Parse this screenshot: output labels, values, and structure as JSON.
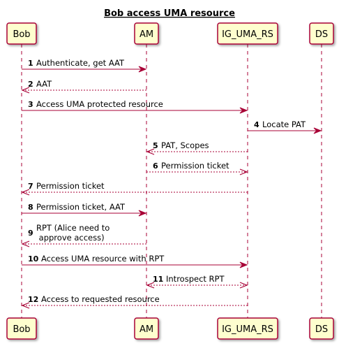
{
  "title": "Bob access UMA resource",
  "participants": [
    {
      "id": "bob",
      "label": "Bob"
    },
    {
      "id": "am",
      "label": "AM"
    },
    {
      "id": "ig",
      "label": "IG_UMA_RS"
    },
    {
      "id": "ds",
      "label": "DS"
    }
  ],
  "messages": [
    {
      "num": "1",
      "lines": [
        "Authenticate, get AAT"
      ],
      "from": "bob",
      "to": "am",
      "style": "solid"
    },
    {
      "num": "2",
      "lines": [
        "AAT"
      ],
      "from": "am",
      "to": "bob",
      "style": "dashed"
    },
    {
      "num": "3",
      "lines": [
        "Access UMA protected resource"
      ],
      "from": "bob",
      "to": "ig",
      "style": "solid"
    },
    {
      "num": "4",
      "lines": [
        "Locate PAT"
      ],
      "from": "ig",
      "to": "ds",
      "style": "solid"
    },
    {
      "num": "5",
      "lines": [
        "PAT, Scopes"
      ],
      "from": "ig",
      "to": "am",
      "style": "dashed"
    },
    {
      "num": "6",
      "lines": [
        "Permission ticket"
      ],
      "from": "am",
      "to": "ig",
      "style": "dashed"
    },
    {
      "num": "7",
      "lines": [
        "Permission ticket"
      ],
      "from": "ig",
      "to": "bob",
      "style": "dashed"
    },
    {
      "num": "8",
      "lines": [
        "Permission ticket, AAT"
      ],
      "from": "bob",
      "to": "am",
      "style": "solid"
    },
    {
      "num": "9",
      "lines": [
        "RPT (Alice need to",
        " approve access)"
      ],
      "from": "am",
      "to": "bob",
      "style": "dashed"
    },
    {
      "num": "10",
      "lines": [
        "Access UMA resource with RPT"
      ],
      "from": "bob",
      "to": "ig",
      "style": "solid"
    },
    {
      "num": "11",
      "lines": [
        "Introspect RPT"
      ],
      "from": "am",
      "to": "ig",
      "style": "dashed",
      "bidirectional": true
    },
    {
      "num": "12",
      "lines": [
        "Access to requested resource"
      ],
      "from": "ig",
      "to": "bob",
      "style": "dashed"
    }
  ],
  "colors": {
    "arrow": "#A80036",
    "box_fill": "#FEFECE",
    "box_border": "#A80036",
    "lifeline": "#A80036"
  }
}
